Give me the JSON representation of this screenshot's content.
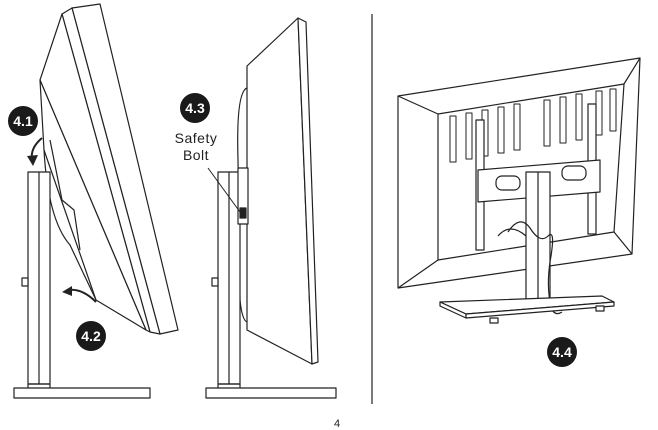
{
  "steps": {
    "step_4_1": "4.1",
    "step_4_2": "4.2",
    "step_4_3": "4.3",
    "step_4_4": "4.4"
  },
  "labels": {
    "safety_line1": "Safety",
    "safety_line2": "Bolt"
  },
  "page_number": "4",
  "colors": {
    "badge": "#1a1a1a",
    "line": "#222222"
  }
}
